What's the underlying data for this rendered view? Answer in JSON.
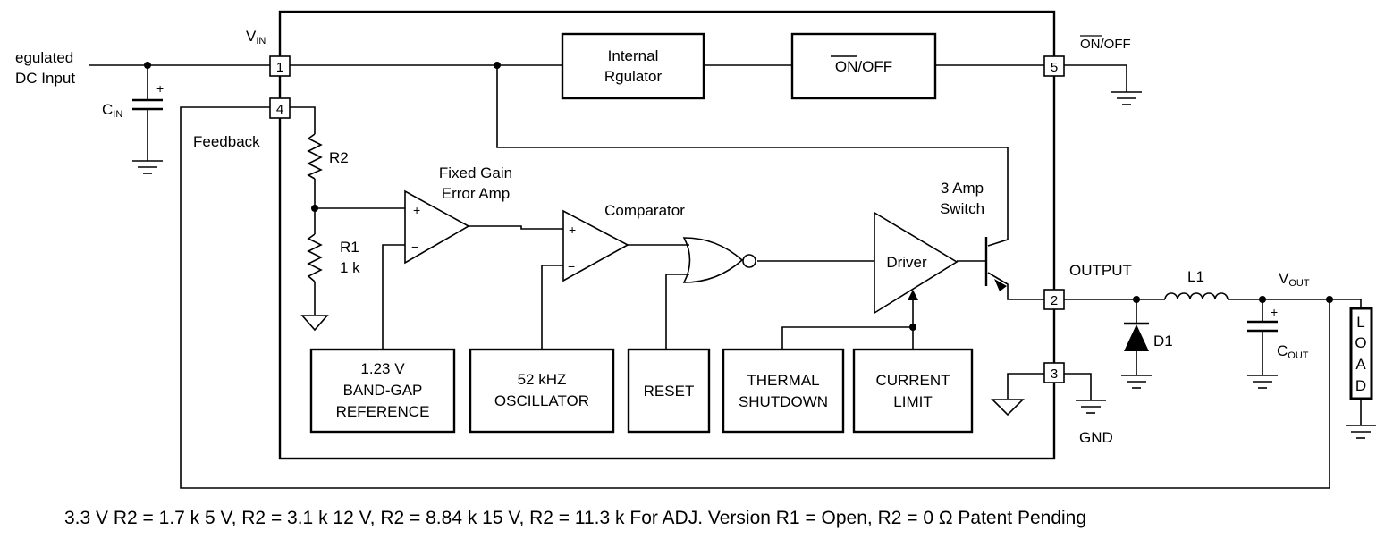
{
  "input_label": {
    "line1": "egulated",
    "line2": "DC Input"
  },
  "cin_label": {
    "main": "C",
    "sub": "IN"
  },
  "vin_label": {
    "main": "V",
    "sub": "IN"
  },
  "feedback_label": "Feedback",
  "pins": {
    "p1": "1",
    "p2": "2",
    "p3": "3",
    "p4": "4",
    "p5": "5"
  },
  "blocks": {
    "internal_regulator": {
      "line1": "Internal",
      "line2": "Rgulator"
    },
    "on_off": "ON/OFF",
    "bandgap": {
      "line1": "1.23 V",
      "line2": "BAND-GAP",
      "line3": "REFERENCE"
    },
    "oscillator": {
      "line1": "52 kHZ",
      "line2": "OSCILLATOR"
    },
    "reset": "RESET",
    "thermal": {
      "line1": "THERMAL",
      "line2": "SHUTDOWN"
    },
    "current_limit": {
      "line1": "CURRENT",
      "line2": "LIMIT"
    },
    "driver": "Driver"
  },
  "on_off_pin_label": "ON/OFF",
  "resistors": {
    "r2": "R2",
    "r1_name": "R1",
    "r1_value": "1 k"
  },
  "error_amp_label": {
    "line1": "Fixed Gain",
    "line2": "Error Amp"
  },
  "comparator_label": "Comparator",
  "switch_label": {
    "line1": "3 Amp",
    "line2": "Switch"
  },
  "output_label": "OUTPUT",
  "gnd_label": "GND",
  "l1_label": "L1",
  "d1_label": "D1",
  "vout_label": {
    "main": "V",
    "sub": "OUT"
  },
  "cout_label": {
    "main": "C",
    "sub": "OUT"
  },
  "load_label": [
    "L",
    "O",
    "A",
    "D"
  ],
  "polarity": {
    "plus": "+",
    "minus": "−"
  },
  "footnote": "3.3 V R2 = 1.7 k 5 V, R2 = 3.1 k 12 V, R2 = 8.84 k 15 V, R2 = 11.3 k For ADJ. Version R1 = Open, R2 = 0 Ω Patent Pending"
}
